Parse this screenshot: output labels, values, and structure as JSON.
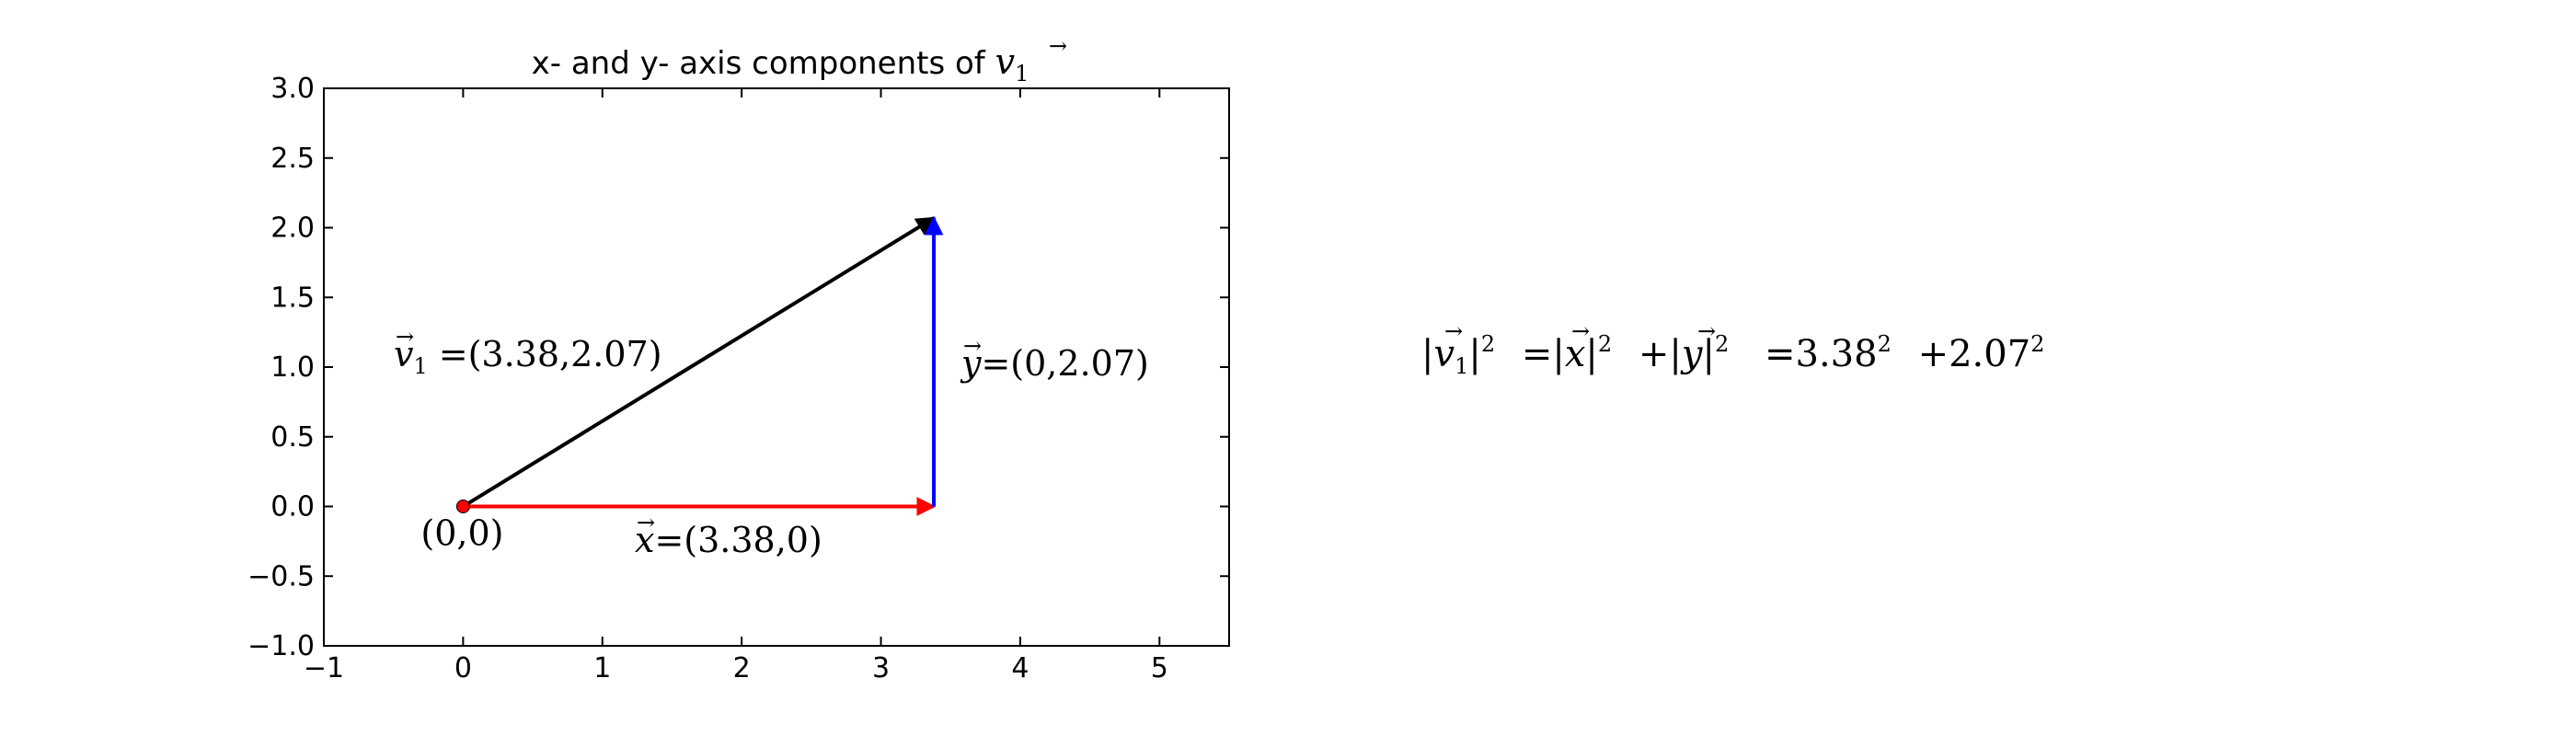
{
  "chart_data": {
    "type": "vector",
    "title": "x- and y- axis components of ",
    "title_math": "v",
    "title_math_sub": "1",
    "xlim": [
      -1,
      5.5
    ],
    "ylim": [
      -1.0,
      3.0
    ],
    "xticks": [
      -1,
      0,
      1,
      2,
      3,
      4,
      5
    ],
    "xtick_labels": [
      "−1",
      "0",
      "1",
      "2",
      "3",
      "4",
      "5"
    ],
    "yticks": [
      -1.0,
      -0.5,
      0.0,
      0.5,
      1.0,
      1.5,
      2.0,
      2.5,
      3.0
    ],
    "ytick_labels": [
      "−1.0",
      "−0.5",
      "0.0",
      "0.5",
      "1.0",
      "1.5",
      "2.0",
      "2.5",
      "3.0"
    ],
    "grid": false,
    "origin": {
      "x": 0,
      "y": 0,
      "label": "(0,0)",
      "color": "#ff0000"
    },
    "vectors": [
      {
        "name": "v1",
        "from": [
          0,
          0
        ],
        "to": [
          3.38,
          2.07
        ],
        "color": "#000000",
        "label_sym": "v",
        "label_sub": "1",
        "label_val": "=(3.38,2.07)"
      },
      {
        "name": "x",
        "from": [
          0,
          0
        ],
        "to": [
          3.38,
          0
        ],
        "color": "#ff0000",
        "label_sym": "x",
        "label_sub": "",
        "label_val": "=(3.38,0)"
      },
      {
        "name": "y",
        "from": [
          3.38,
          0
        ],
        "to": [
          3.38,
          2.07
        ],
        "color": "#0000ff",
        "label_sym": "y",
        "label_sub": "",
        "label_val": "=(0,2.07)"
      }
    ],
    "equation": {
      "lhs_sym": "v",
      "lhs_sub": "1",
      "exp": "2",
      "eq1": "=",
      "term1_sym": "x",
      "plus": "+",
      "term2_sym": "y",
      "eq2": "=",
      "num1": "3.38",
      "num2": "2.07"
    }
  }
}
